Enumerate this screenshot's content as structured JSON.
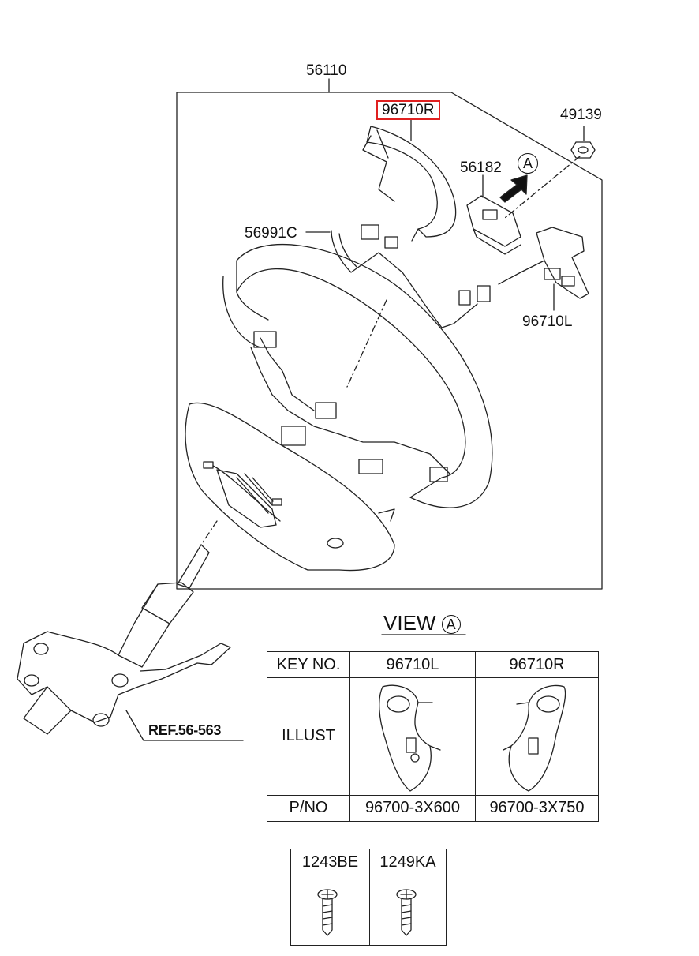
{
  "labels": {
    "steering_wheel": "56110",
    "remote_switch_right": "96710R",
    "nut": "49139",
    "bracket": "56182",
    "extension_wire": "56991C",
    "remote_switch_left": "96710L",
    "view_marker": "A",
    "reference": "REF.56-563"
  },
  "view": {
    "title": "VIEW",
    "marker": "A"
  },
  "parts_table": {
    "header": [
      "KEY NO.",
      "96710L",
      "96710R"
    ],
    "illust_label": "ILLUST",
    "pno_label": "P/NO",
    "pno_values": [
      "96700-3X600",
      "96700-3X750"
    ]
  },
  "screws_table": {
    "header": [
      "1243BE",
      "1249KA"
    ]
  },
  "colors": {
    "highlight": "#e02020",
    "line": "#222222"
  }
}
